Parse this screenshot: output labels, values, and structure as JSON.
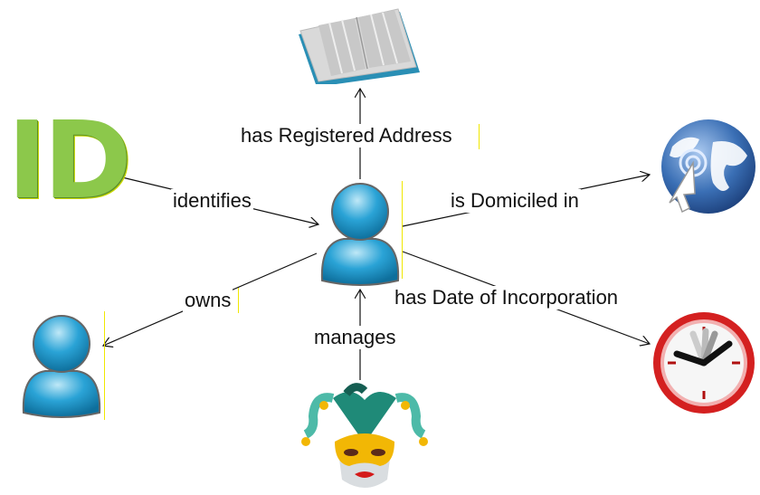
{
  "diagram": {
    "central_node": {
      "label": "",
      "icon": "person-icon"
    },
    "nodes": [
      {
        "id": "book",
        "icon": "book-icon"
      },
      {
        "id": "id",
        "icon": "id-text-icon",
        "text": "ID"
      },
      {
        "id": "globe",
        "icon": "globe-cursor-icon"
      },
      {
        "id": "owner",
        "icon": "person-icon"
      },
      {
        "id": "clock",
        "icon": "clock-icon"
      },
      {
        "id": "jester",
        "icon": "jester-mask-icon"
      }
    ],
    "edges": [
      {
        "from": "central",
        "to": "book",
        "label": "has Registered Address"
      },
      {
        "from": "id",
        "to": "central",
        "label": "identifies"
      },
      {
        "from": "central",
        "to": "globe",
        "label": "is Domiciled in"
      },
      {
        "from": "central",
        "to": "owner",
        "label": "owns"
      },
      {
        "from": "central",
        "to": "clock",
        "label": "has Date of Incorporation"
      },
      {
        "from": "jester",
        "to": "central",
        "label": "manages"
      }
    ]
  },
  "colors": {
    "id_green": "#8cc84b",
    "person_blue": "#2a9fd0",
    "clock_red": "#d42020",
    "globe_blue": "#3a6fb5",
    "jester_teal": "#1f8a78",
    "jester_gold": "#f2b705"
  }
}
